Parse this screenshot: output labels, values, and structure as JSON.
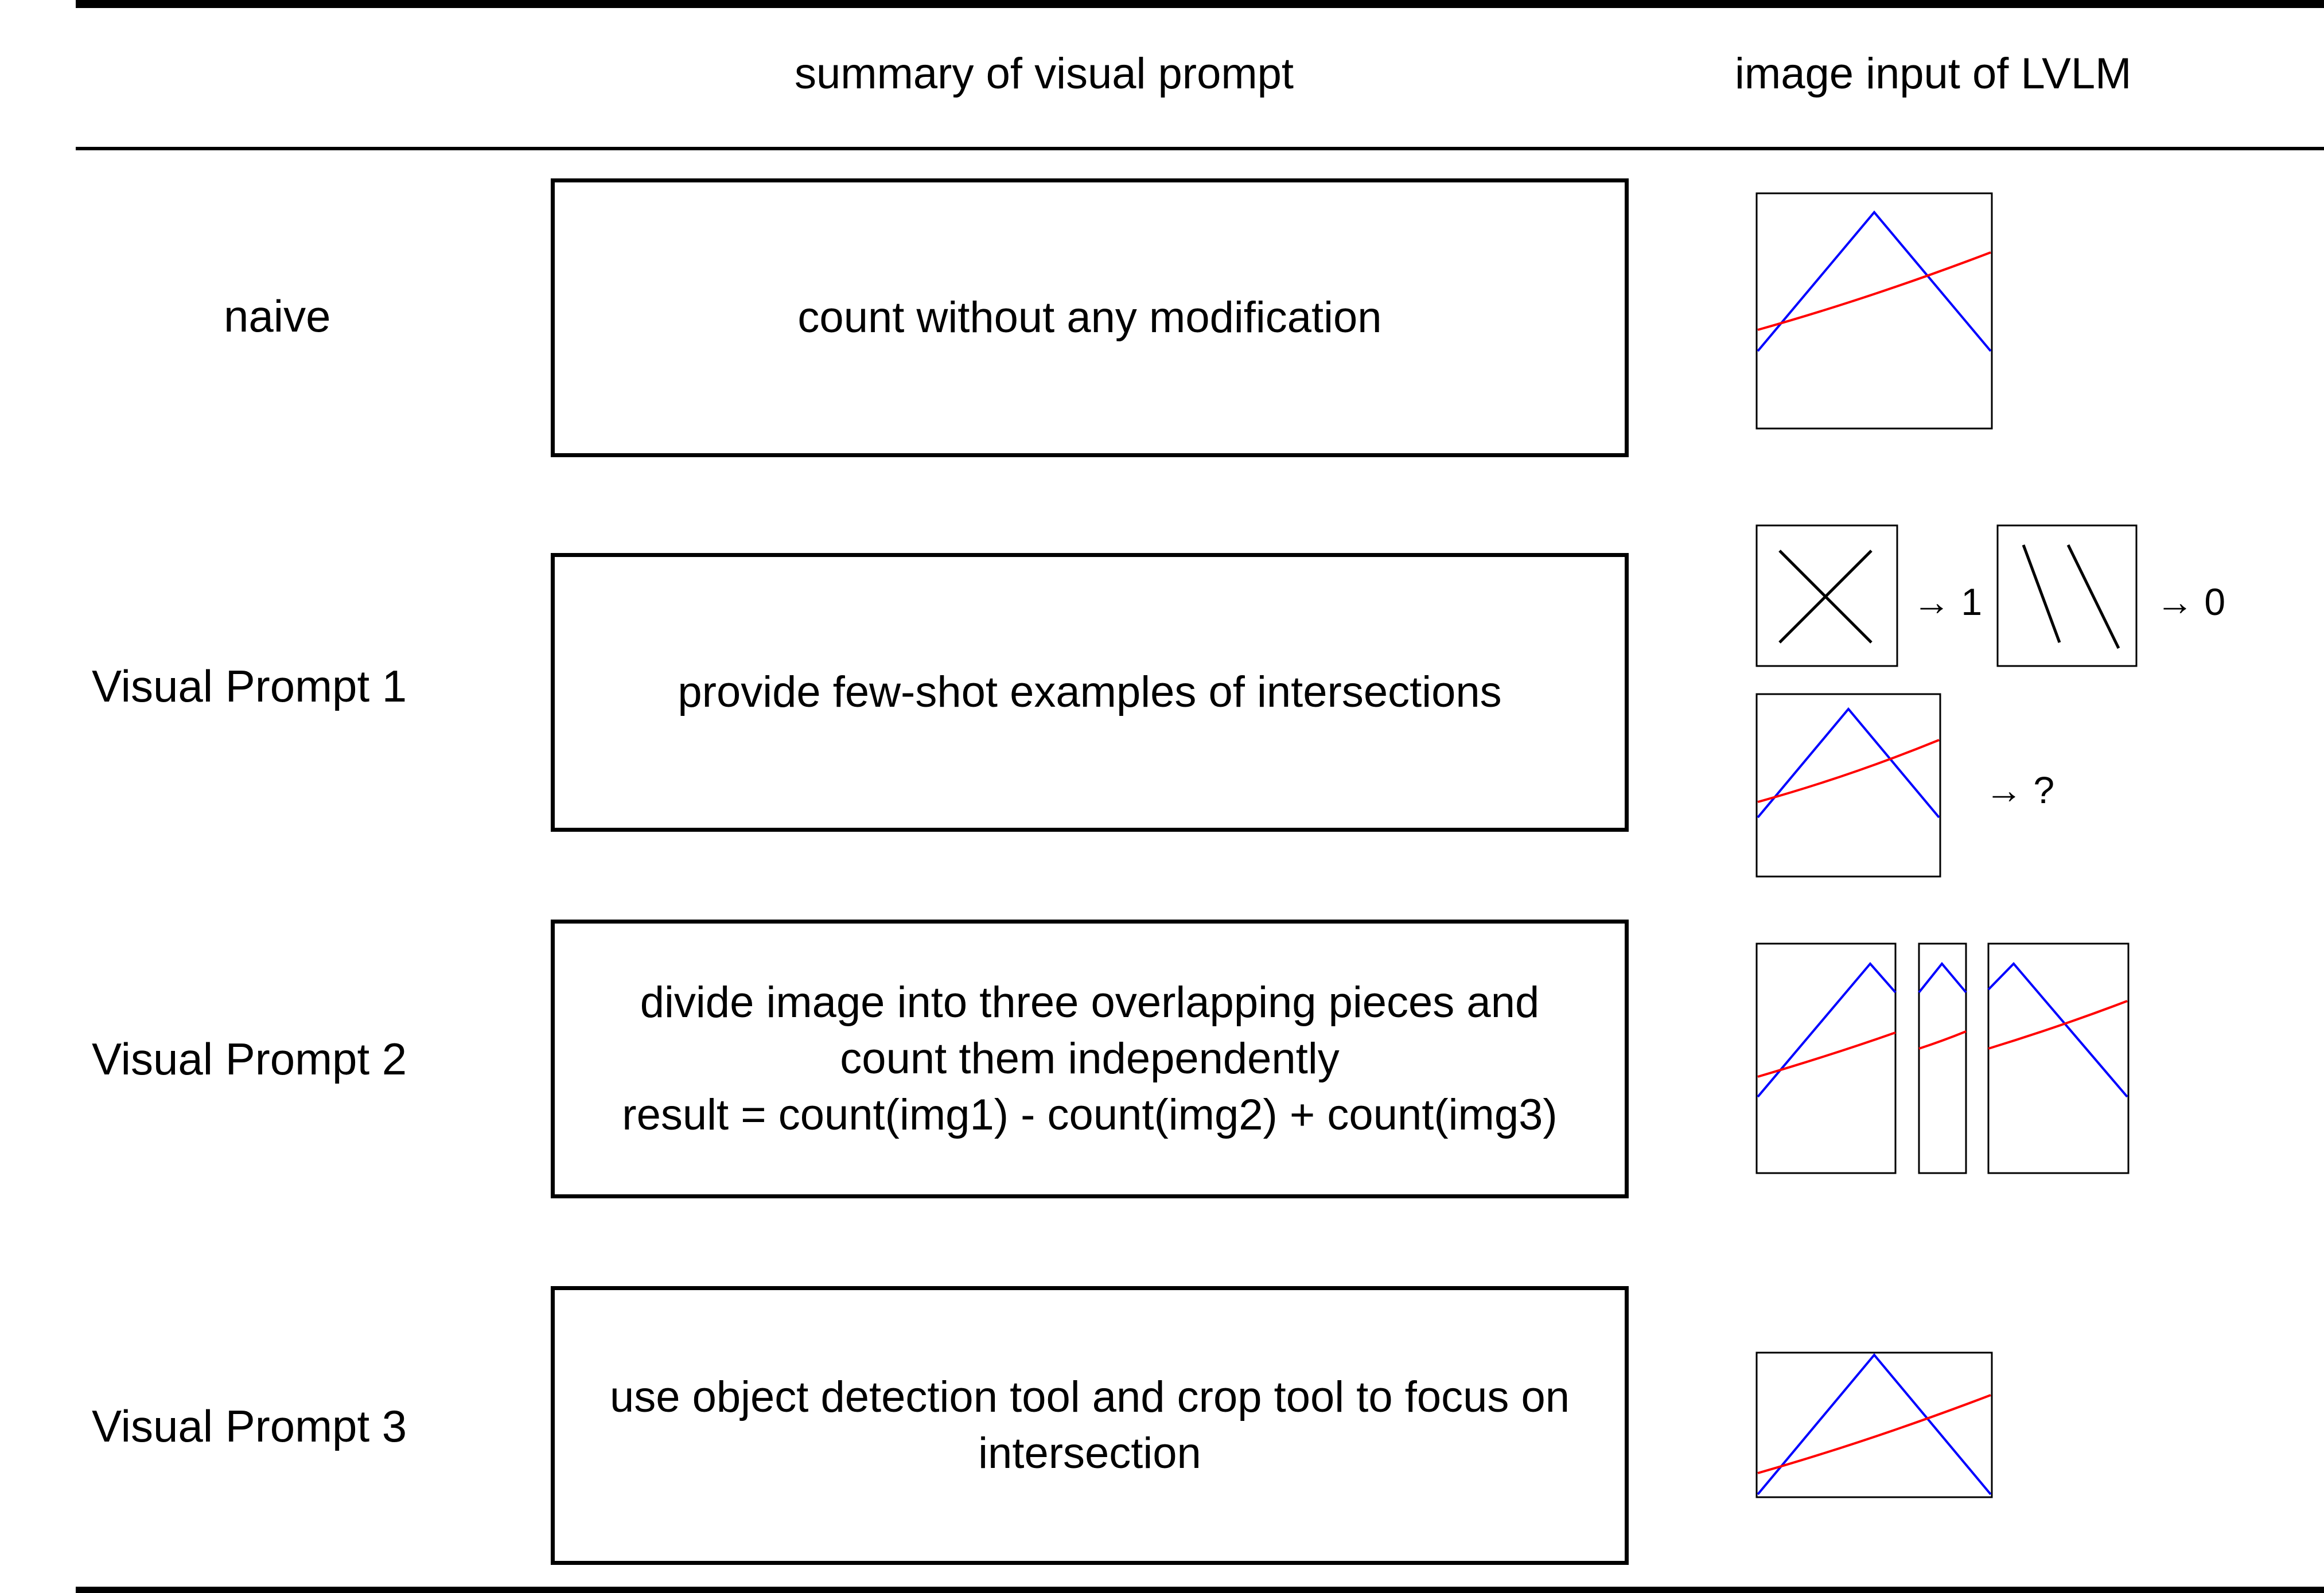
{
  "header": {
    "summary_col": "summary of visual prompt",
    "image_col": "image input of LVLM"
  },
  "rows": [
    {
      "label": "naive",
      "summary": [
        "count without any modification"
      ]
    },
    {
      "label": "Visual Prompt 1",
      "summary": [
        "provide few-shot examples of intersections"
      ]
    },
    {
      "label": "Visual Prompt 2",
      "summary": [
        "divide image into three overlapping pieces and",
        "count them independently",
        "result = count(img1) - count(img2) + count(img3)"
      ]
    },
    {
      "label": "Visual Prompt 3",
      "summary": [
        "use object detection tool and crop tool to focus on",
        "intersection"
      ]
    }
  ],
  "few_shot_answers": {
    "cross": "→ 1",
    "parallel": "→ 0",
    "query": "→ ?"
  },
  "colors": {
    "blue_line": "#0000ff",
    "red_line": "#ff0000"
  }
}
